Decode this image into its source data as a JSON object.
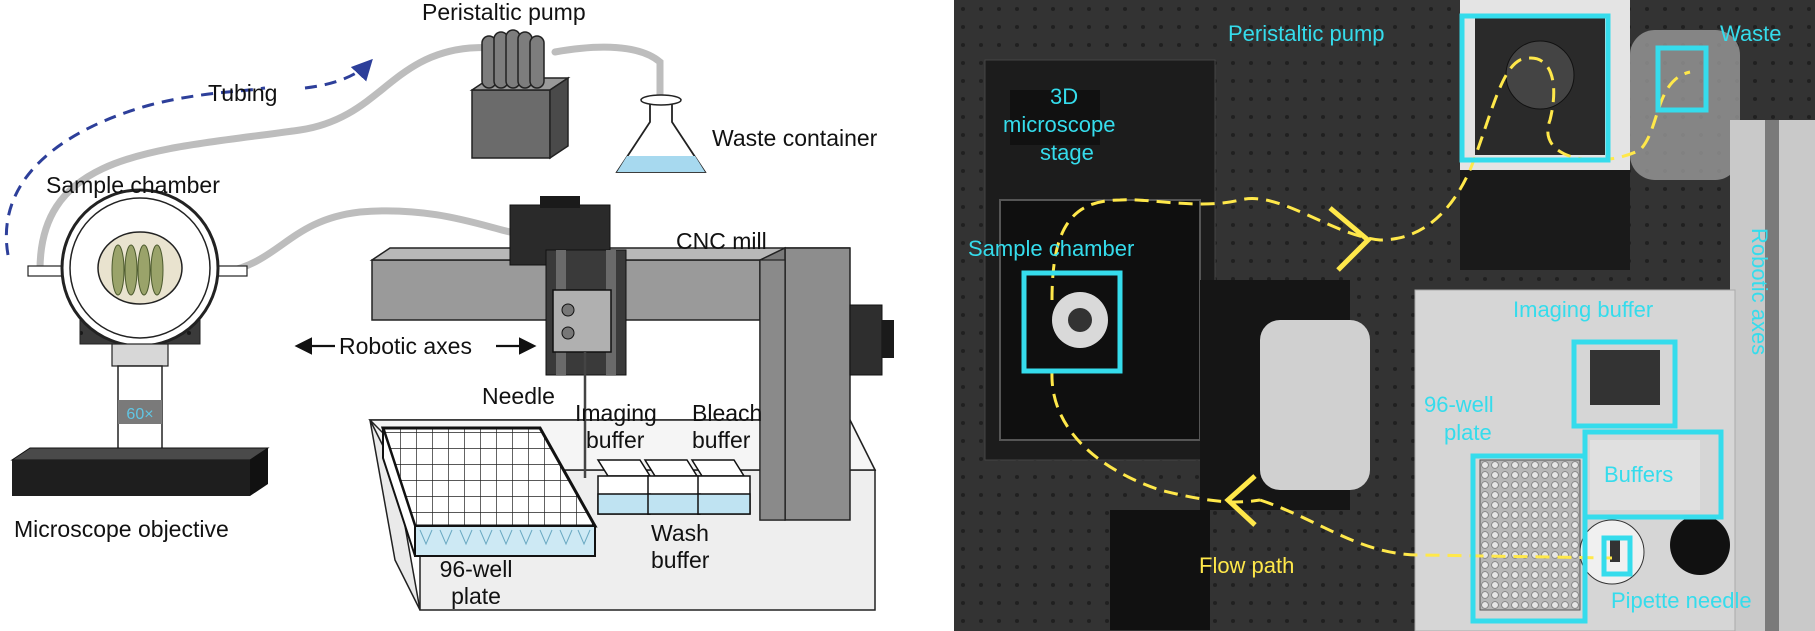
{
  "schematic": {
    "labels": {
      "peristaltic_pump": "Peristaltic pump",
      "tubing": "Tubing",
      "waste_container": "Waste container",
      "sample_chamber": "Sample chamber",
      "cnc_mill": "CNC mill",
      "robotic_axes": "Robotic axes",
      "needle": "Needle",
      "imaging_buffer": [
        "Imaging",
        "buffer"
      ],
      "bleach_buffer": [
        "Bleach",
        "buffer"
      ],
      "wash_buffer": [
        "Wash",
        "buffer"
      ],
      "well_plate": [
        "96-well",
        "plate"
      ],
      "microscope_objective": "Microscope objective",
      "objective_magnification": "60×"
    }
  },
  "photo": {
    "labels": {
      "peristaltic_pump": "Peristaltic pump",
      "waste": "Waste",
      "microscope_stage": [
        "3D",
        "microscope",
        "stage"
      ],
      "sample_chamber": "Sample chamber",
      "robotic_axes": "Robotic axes",
      "imaging_buffer": "Imaging buffer",
      "well_plate": [
        "96-well",
        "plate"
      ],
      "buffers": "Buffers",
      "flow_path": "Flow path",
      "pipette_needle": "Pipette needle"
    },
    "colors": {
      "highlight": "#35dcec",
      "flow_path": "#ffe84a",
      "tubing_arrow": "#2d3f9a"
    }
  }
}
